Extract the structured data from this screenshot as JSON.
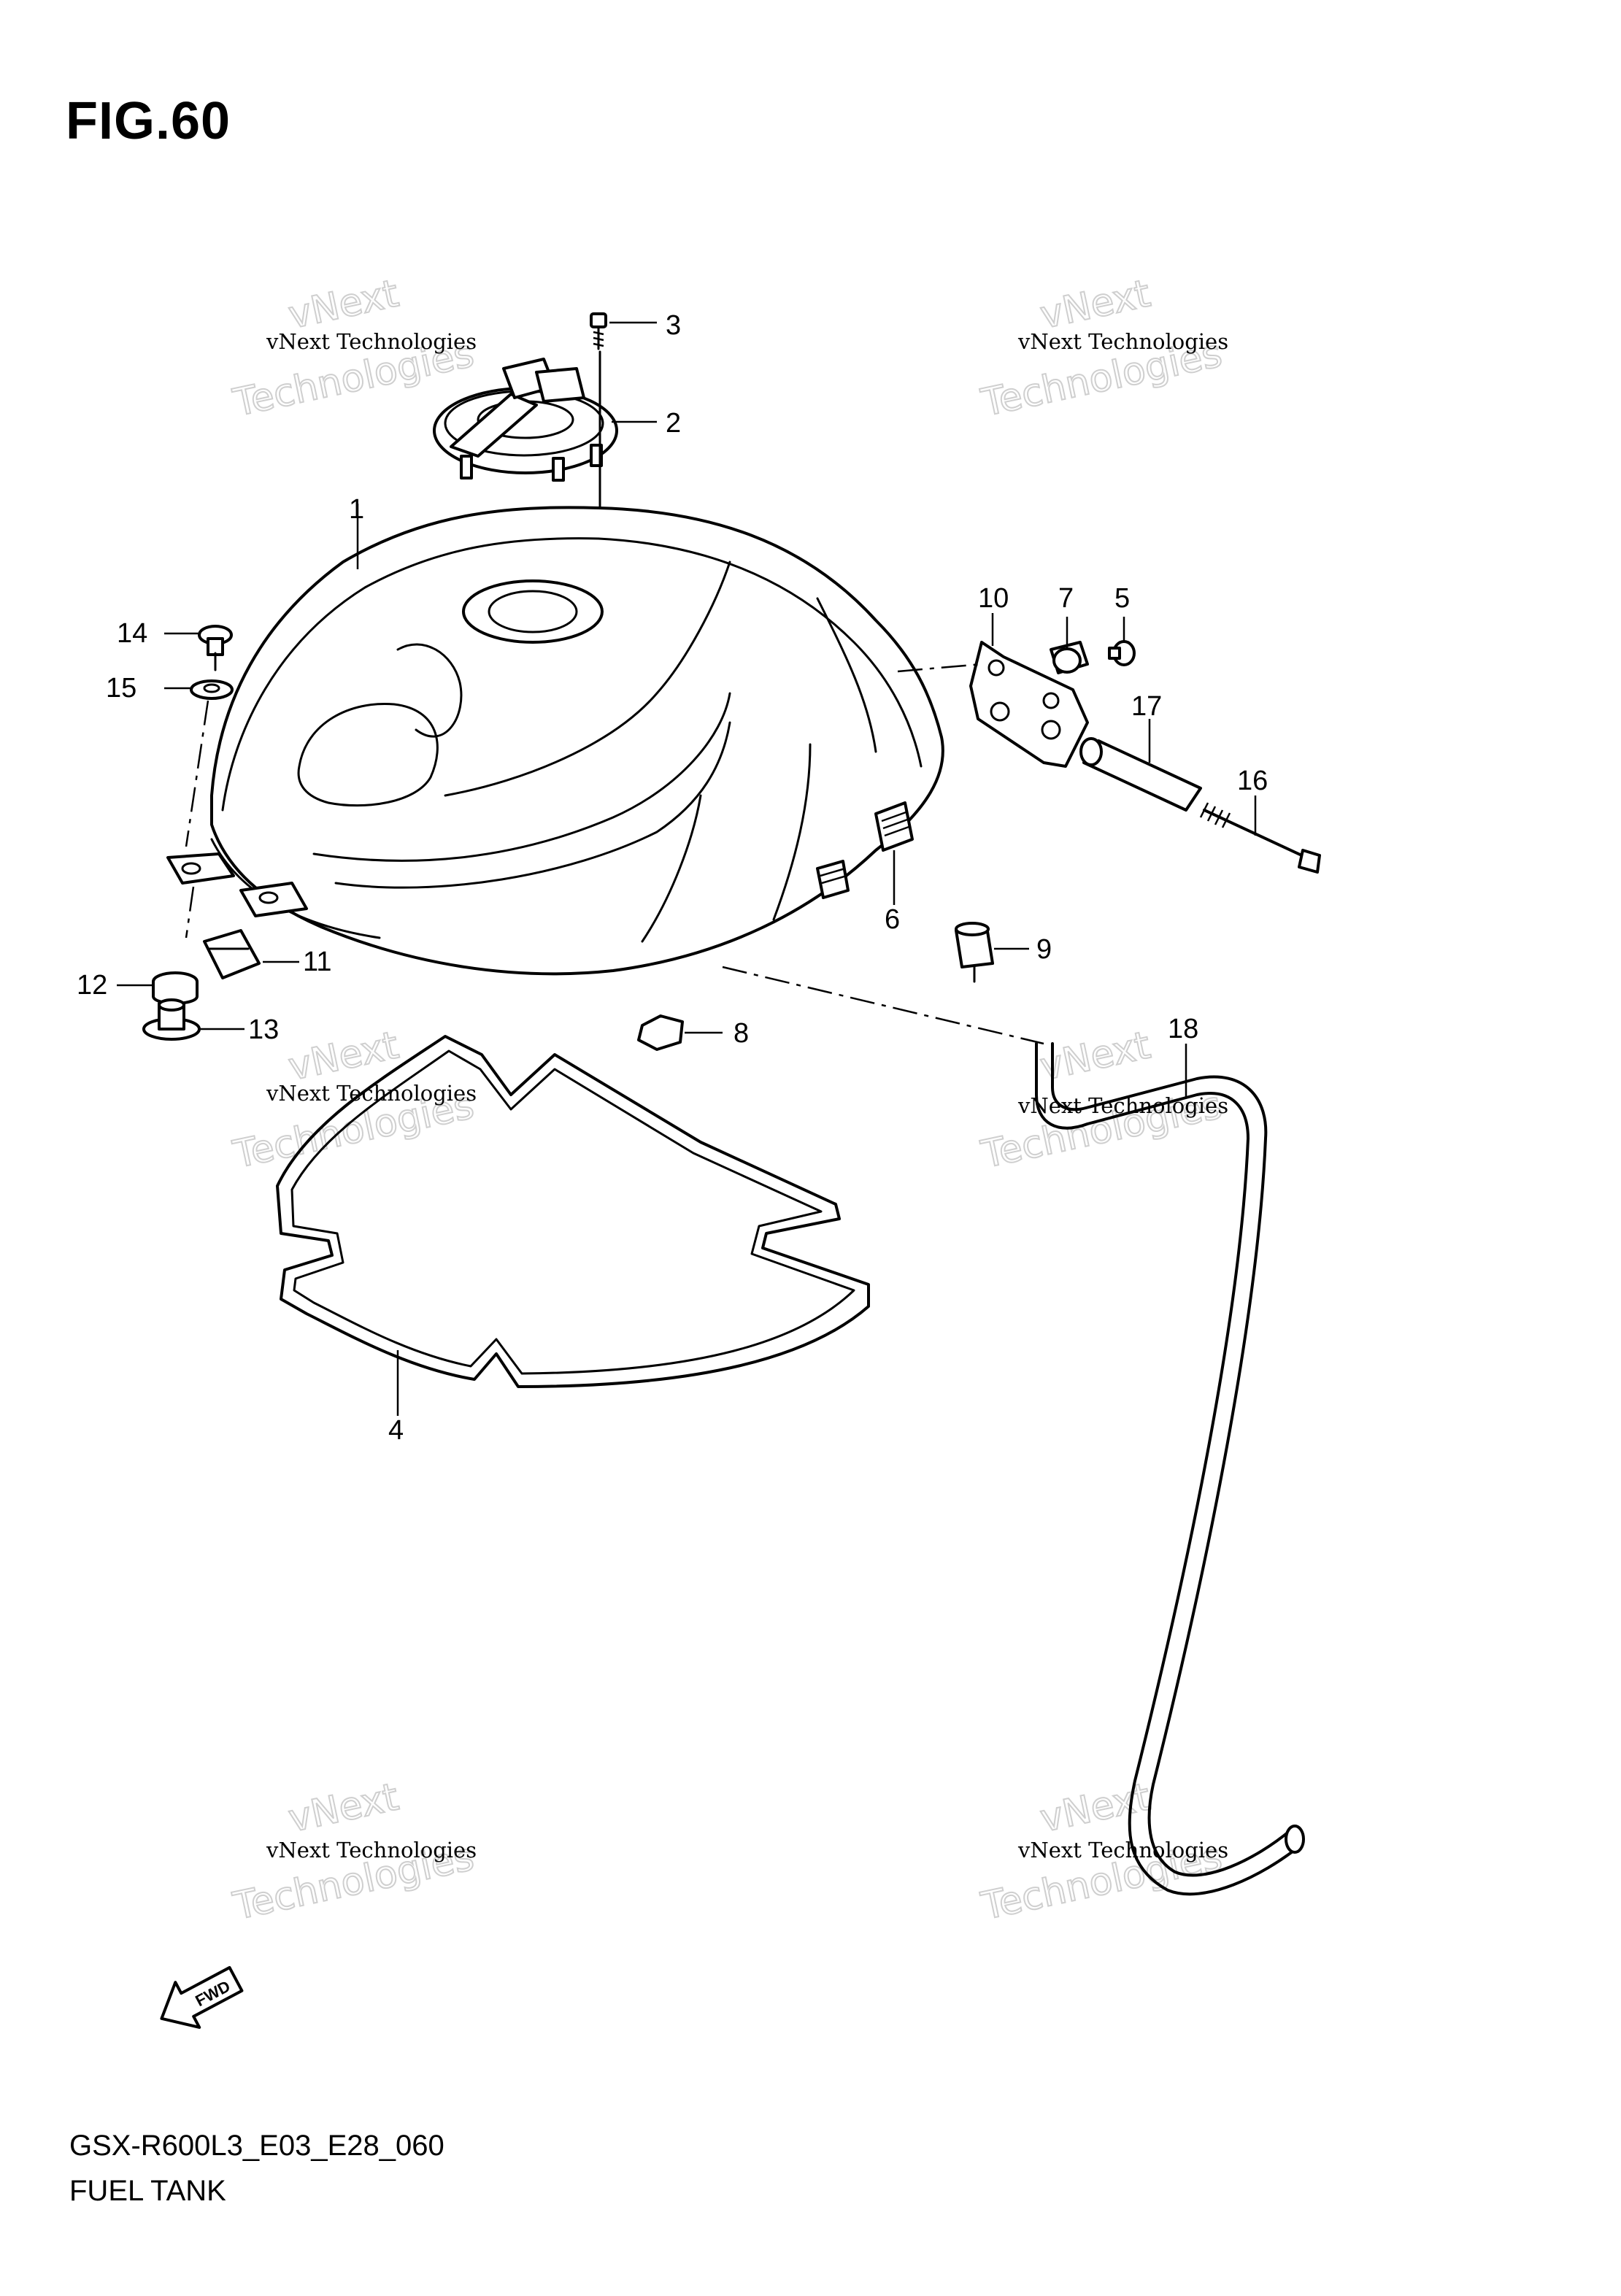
{
  "figure": {
    "title": "FIG.60",
    "model_code": "GSX-R600L3_E03_E28_060",
    "assembly_name": "FUEL TANK",
    "fwd_label": "FWD"
  },
  "callouts": [
    "1",
    "2",
    "3",
    "4",
    "5",
    "6",
    "7",
    "8",
    "9",
    "10",
    "11",
    "12",
    "13",
    "14",
    "15",
    "16",
    "17",
    "18"
  ],
  "watermark": {
    "line1": "vNext Technologies",
    "line2": "vNext",
    "line3": "Technologies"
  },
  "icons": [
    "fwd-arrow-icon"
  ]
}
